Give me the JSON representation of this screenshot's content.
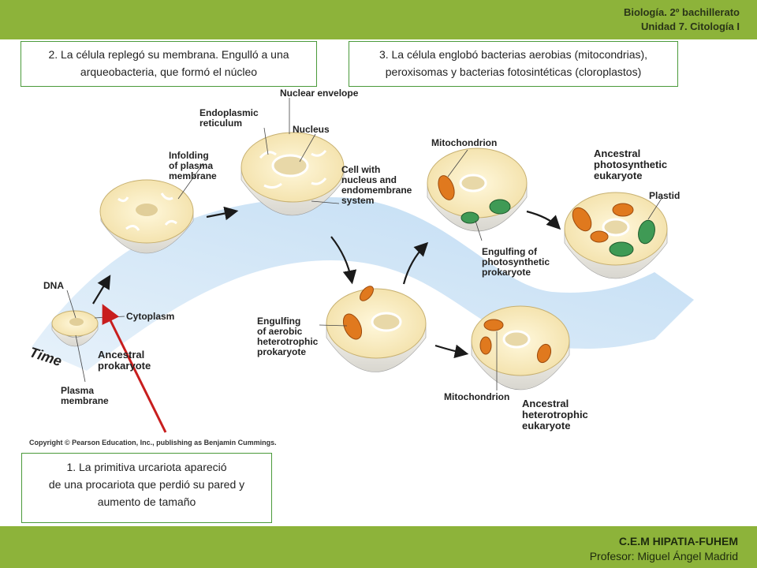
{
  "header": {
    "line1": "Biología. 2º bachillerato",
    "line2": "Unidad 7. Citología I"
  },
  "footer": {
    "line1": "C.E.M HIPATIA-FUHEM",
    "line2": "Profesor: Miguel Ángel Madrid"
  },
  "boxes": {
    "step2": {
      "l1": "2. La célula replegó su membrana. Engulló a una",
      "l2": "arqueobacteria, que formó el núcleo"
    },
    "step3": {
      "l1": "3. La célula englobó bacterias aerobias (mitocondrias),",
      "l2": "peroxisomas y bacterias fotosintéticas (cloroplastos)"
    },
    "step1": {
      "l1": "1.  La primitiva urcariota  apareció",
      "l2": "de una procariota que perdió su pared  y",
      "l3": "aumento de tamaño"
    }
  },
  "labels": {
    "dna": "DNA",
    "cytoplasm": "Cytoplasm",
    "time": "Time",
    "ancestral_prokaryote": [
      "Ancestral",
      "prokaryote"
    ],
    "plasma_membrane": [
      "Plasma",
      "membrane"
    ],
    "infolding": [
      "Infolding",
      "of plasma",
      "membrane"
    ],
    "endoplasmic": [
      "Endoplasmic",
      "reticulum"
    ],
    "nuclear_envelope": "Nuclear envelope",
    "nucleus": "Nucleus",
    "cell_nucleus": [
      "Cell with",
      "nucleus and",
      "endomembrane",
      "system"
    ],
    "engulf_aerobic": [
      "Engulfing",
      "of aerobic",
      "heterotrophic",
      "prokaryote"
    ],
    "mitochondrion_top": "Mitochondrion",
    "mitochondrion_bottom": "Mitochondrion",
    "engulf_photo": [
      "Engulfing of",
      "photosynthetic",
      "prokaryote"
    ],
    "ancestral_photo": [
      "Ancestral",
      "photosynthetic",
      "eukaryote"
    ],
    "plastid": "Plastid",
    "ancestral_hetero": [
      "Ancestral",
      "heterotrophic",
      "eukaryote"
    ]
  },
  "copyright": "Copyright © Pearson Education, Inc., publishing as Benjamin Cummings.",
  "colors": {
    "green_bar": "#8db33a",
    "box_border": "#4a9a3a",
    "arrow_red": "#c81e1e",
    "time_band": "#cfe3f5"
  }
}
